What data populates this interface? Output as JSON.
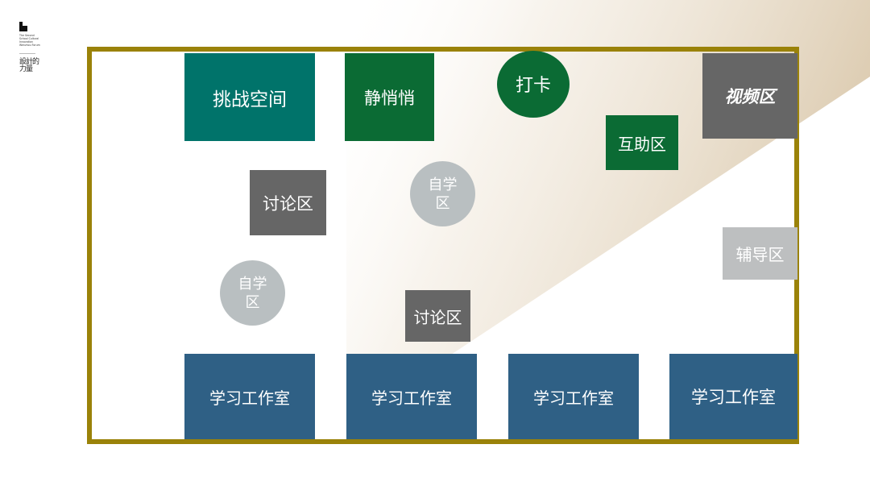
{
  "logo": {
    "caption": "The Second\nSchool Cultural\nInnovation\nWenzhou Forum",
    "glyph": "設計的力量"
  },
  "zones": {
    "challenge": "挑战空间",
    "quiet": "静悄悄",
    "checkin": "打卡",
    "video": "视频区",
    "mutual": "互助区",
    "discuss_1": "讨论区",
    "self_study_1": "自学\n区",
    "tutoring": "辅导区",
    "self_study_2": "自学\n区",
    "discuss_2": "讨论区",
    "studio_1": "学习工作室",
    "studio_2": "学习工作室",
    "studio_3": "学习工作室",
    "studio_4": "学习工作室"
  },
  "colors": {
    "frame": "#9a8209",
    "teal": "#00736a",
    "green": "#0b6b34",
    "gray": "#666666",
    "lightgray": "#bdbfc0",
    "blue": "#2f6085",
    "beam": "#dccbb0"
  }
}
